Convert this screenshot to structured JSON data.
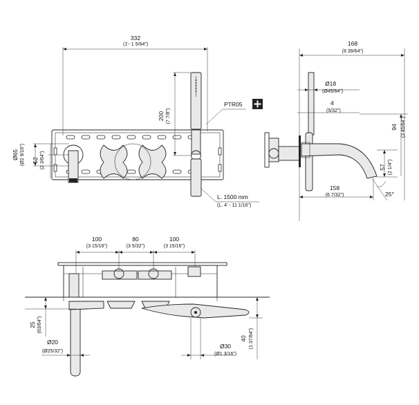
{
  "dimensions": {
    "top_width": {
      "mm": "332",
      "in": "(1'- 1 5/64\")"
    },
    "handshower_height": {
      "mm": "200",
      "in": "(7 7/8\")"
    },
    "ptr": {
      "label": "PTR05"
    },
    "plus_icon": "plus-icon",
    "hose": {
      "mm": "L. 1500 mm",
      "in": "(L. 4' - 11 1/16\")"
    },
    "diam65": {
      "mm": "Ø65",
      "in": "(Ø2 9/16\")"
    },
    "h52": {
      "mm": "52",
      "in": "(2 3/64\")"
    },
    "side_width": {
      "mm": "168",
      "in": "(6 39/64\")"
    },
    "diam18": {
      "mm": "Ø18",
      "in": "(Ø45/64\")"
    },
    "gap4": {
      "mm": "4",
      "in": "(5/32\")"
    },
    "h94": {
      "mm": "94",
      "in": "(3 45/64\")"
    },
    "h57": {
      "mm": "57",
      "in": "(2 1/4\")"
    },
    "spout158": {
      "mm": "158",
      "in": "(6 7/32\")"
    },
    "angle": "25°",
    "sp100a": {
      "mm": "100",
      "in": "(3 15/16\")"
    },
    "sp80": {
      "mm": "80",
      "in": "(3 5/32\")"
    },
    "sp100b": {
      "mm": "100",
      "in": "(3 15/16\")"
    },
    "h25": {
      "mm": "25",
      "in": "(63/64\")"
    },
    "diam20": {
      "mm": "Ø20",
      "in": "(Ø25/32\")"
    },
    "diam30": {
      "mm": "Ø30",
      "in": "(Ø1 3/16\")"
    },
    "h40": {
      "mm": "40",
      "in": "(1 37/64\")"
    }
  }
}
